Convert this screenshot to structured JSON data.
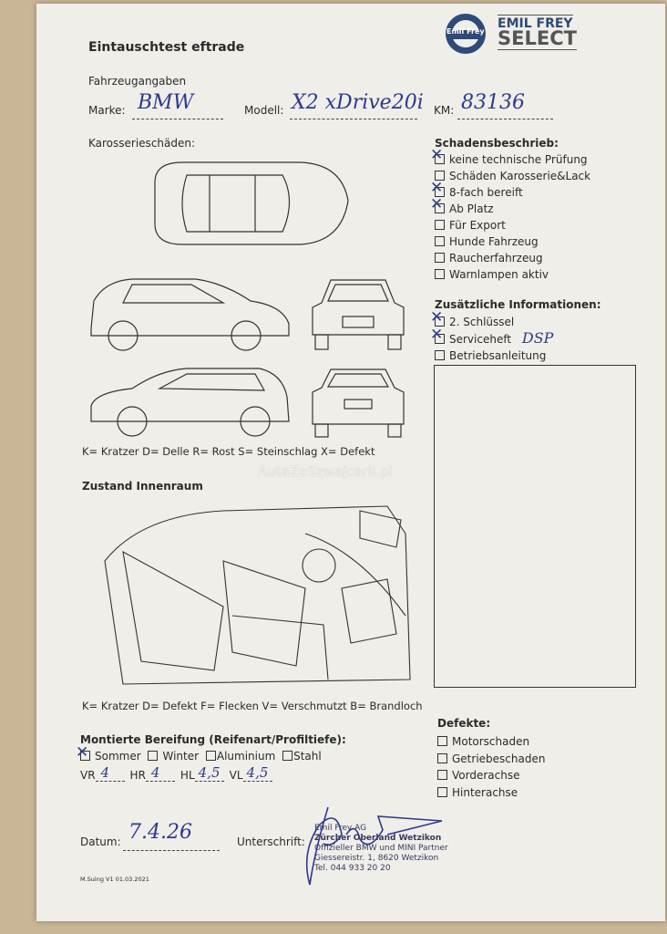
{
  "header": {
    "title": "Eintauschtest eftrade",
    "logo_badge": "Emil Frey",
    "logo_brand": "EMIL FREY",
    "logo_sub": "SELECT"
  },
  "vehicle": {
    "section": "Fahrzeugangaben",
    "marke_label": "Marke:",
    "marke_value": "BMW",
    "modell_label": "Modell:",
    "modell_value": "X2 xDrive20i",
    "km_label": "KM:",
    "km_value": "83136"
  },
  "body_damage": {
    "title": "Karosserieschäden:",
    "legend": "K= Kratzer D= Delle R= Rost S= Steinschlag X= Defekt"
  },
  "watermark": "AutaZeSzwajcarii.pl",
  "damage_desc": {
    "title": "Schadensbeschrieb:",
    "items": [
      {
        "label": "keine technische Prüfung",
        "checked": true
      },
      {
        "label": "Schäden Karosserie&Lack",
        "checked": false
      },
      {
        "label": "8-fach bereift",
        "checked": true
      },
      {
        "label": "Ab Platz",
        "checked": true
      },
      {
        "label": "Für Export",
        "checked": false
      },
      {
        "label": "Hunde Fahrzeug",
        "checked": false
      },
      {
        "label": "Raucherfahrzeug",
        "checked": false
      },
      {
        "label": "Warnlampen aktiv",
        "checked": false
      }
    ]
  },
  "additional": {
    "title": "Zusätzliche Informationen:",
    "items": [
      {
        "label": "2. Schlüssel",
        "checked": true
      },
      {
        "label": "Serviceheft",
        "checked": true,
        "note": "DSP"
      },
      {
        "label": "Betriebsanleitung",
        "checked": false
      }
    ]
  },
  "interior": {
    "title": "Zustand Innenraum",
    "legend": "K= Kratzer D= Defekt F= Flecken V= Verschmutzt B= Brandloch"
  },
  "tires": {
    "title": "Montierte Bereifung (Reifenart/Profiltiefe):",
    "types": [
      {
        "label": "Sommer",
        "checked": true
      },
      {
        "label": "Winter",
        "checked": false
      },
      {
        "label": "Aluminium",
        "checked": false
      },
      {
        "label": "Stahl",
        "checked": false
      }
    ],
    "depths": [
      {
        "label": "VR",
        "value": "4"
      },
      {
        "label": "HR",
        "value": "4"
      },
      {
        "label": "HL",
        "value": "4,5"
      },
      {
        "label": "VL",
        "value": "4,5"
      }
    ]
  },
  "defects": {
    "title": "Defekte:",
    "items": [
      {
        "label": "Motorschaden",
        "checked": false
      },
      {
        "label": "Getriebeschaden",
        "checked": false
      },
      {
        "label": "Vorderachse",
        "checked": false
      },
      {
        "label": "Hinterachse",
        "checked": false
      }
    ]
  },
  "footer": {
    "datum_label": "Datum:",
    "datum_value": "7.4.26",
    "sign_label": "Unterschrift:",
    "version": "M.Suing V1 01.03.2021",
    "stamp": [
      "Emil Frey AG",
      "Zürcher Oberland Wetzikon",
      "Offizieller BMW und MINI Partner",
      "Giessereistr. 1, 8620 Wetzikon",
      "Tel. 044 933 20 20"
    ]
  }
}
